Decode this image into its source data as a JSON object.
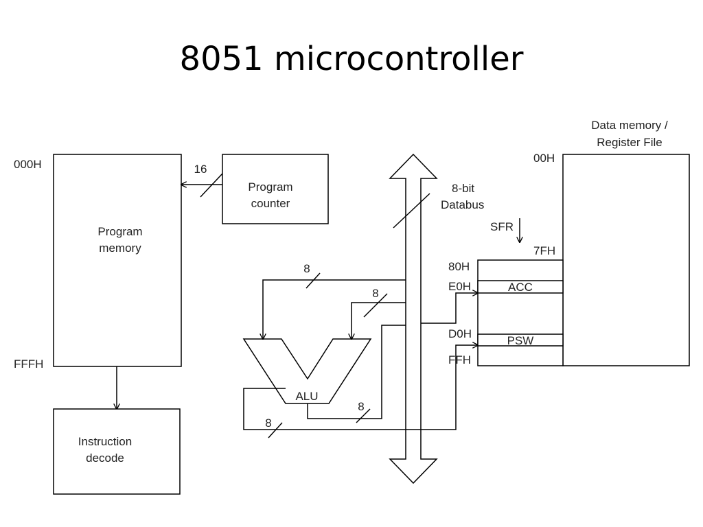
{
  "title": "8051 microcontroller",
  "program_memory": {
    "label_line1": "Program",
    "label_line2": "memory",
    "addr_start": "000H",
    "addr_end": "FFFH"
  },
  "program_counter": {
    "label_line1": "Program",
    "label_line2": "counter",
    "bus_width": "16"
  },
  "instruction_decode": {
    "label_line1": "Instruction",
    "label_line2": "decode"
  },
  "databus": {
    "label_line1": "8-bit",
    "label_line2": "Databus"
  },
  "alu": {
    "label": "ALU",
    "width_label_1": "8",
    "width_label_2": "8",
    "width_label_3": "8",
    "width_label_4": "8"
  },
  "data_memory": {
    "title_line1": "Data memory /",
    "title_line2": "Register File",
    "addr_00": "00H",
    "addr_7f": "7FH",
    "sfr": "SFR",
    "addr_80": "80H",
    "addr_e0": "E0H",
    "addr_d0": "D0H",
    "addr_ff": "FFH",
    "acc": "ACC",
    "psw": "PSW"
  }
}
